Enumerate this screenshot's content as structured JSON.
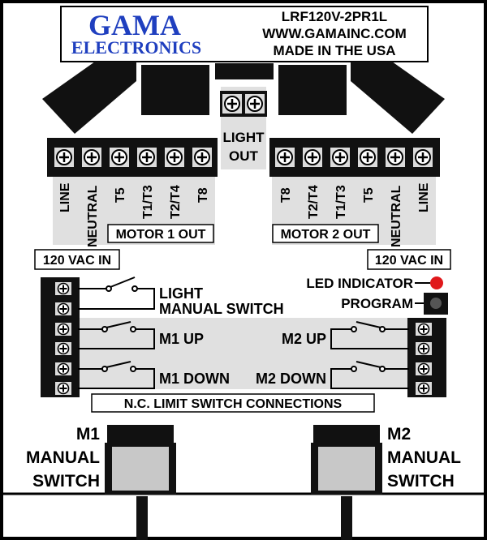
{
  "header": {
    "brand_line1": "GAMA",
    "brand_line2": "ELECTRONICS",
    "model": "LRF120V-2PR1L",
    "website": "WWW.GAMAINC.COM",
    "origin": "MADE IN THE USA",
    "brand_color": "#1f3fbf"
  },
  "light_out": {
    "line1": "LIGHT",
    "line2": "OUT"
  },
  "left_terminals": [
    "LINE",
    "NEUTRAL",
    "T5",
    "T1/T3",
    "T2/T4",
    "T8"
  ],
  "right_terminals": [
    "T8",
    "T2/T4",
    "T1/T3",
    "T5",
    "NEUTRAL",
    "LINE"
  ],
  "motor1_out": "MOTOR 1 OUT",
  "motor2_out": "MOTOR 2 OUT",
  "vac_left": "120 VAC IN",
  "vac_right": "120 VAC IN",
  "light_switch": {
    "line1": "LIGHT",
    "line2": "MANUAL SWITCH"
  },
  "led_indicator": "LED INDICATOR",
  "program": "PROGRAM",
  "m1_up": "M1 UP",
  "m1_down": "M1 DOWN",
  "m2_up": "M2 UP",
  "m2_down": "M2 DOWN",
  "limit_switch": "N.C. LIMIT SWITCH CONNECTIONS",
  "m1_manual": {
    "line1": "M1",
    "line2": "MANUAL",
    "line3": "SWITCH"
  },
  "m2_manual": {
    "line1": "M2",
    "line2": "MANUAL",
    "line3": "SWITCH"
  },
  "colors": {
    "led": "#e0181b",
    "panel": "#e0e0e0",
    "switch_body": "#c8c8c8"
  }
}
